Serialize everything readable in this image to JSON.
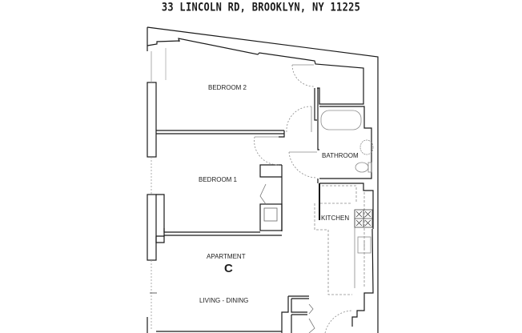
{
  "header": {
    "address": "33 LINCOLN RD, BROOKLYN, NY 11225"
  },
  "floorplan": {
    "apartment_label": "APARTMENT",
    "apartment_letter": "C",
    "rooms": [
      {
        "name": "BEDROOM 2"
      },
      {
        "name": "BEDROOM 1"
      },
      {
        "name": "BATHROOM"
      },
      {
        "name": "KITCHEN"
      },
      {
        "name": "LIVING - DINING"
      }
    ],
    "colors": {
      "wall": "#1a1a1a",
      "fixture": "#8a8a8a",
      "background": "#ffffff"
    }
  }
}
